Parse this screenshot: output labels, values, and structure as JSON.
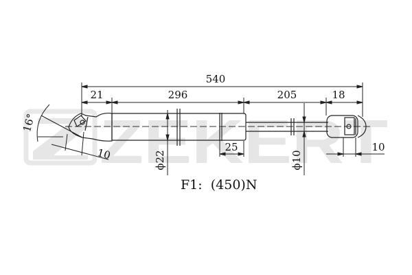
{
  "watermark": {
    "text": "ZEKERT",
    "color": "#e6e6e6"
  },
  "drawing": {
    "subject": "gas spring",
    "dimensions": {
      "overall_length": "540",
      "left_end": "21",
      "cylinder": "296",
      "rod": "205",
      "right_end": "18",
      "cylinder_ring": "25",
      "left_eye_offset": "10",
      "right_eye_offset": "10",
      "cylinder_diameter": "ϕ22",
      "rod_diameter": "ϕ10",
      "angle": "16°"
    },
    "force_label": "F1:  (450)N"
  }
}
